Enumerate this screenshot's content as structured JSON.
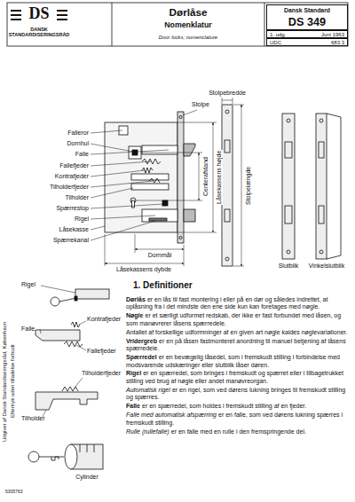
{
  "diagram": {
    "title": "Dørlåse",
    "nodes": [
      {
        "text": [
          "Dørlåse",
          "Nomenklatur",
          "Door locks; nomenclature"
        ]
      },
      {
        "text": [
          "Dansk Standard",
          "DS 349"
        ]
      },
      {
        "text": [
          "1. udg.",
          "Juni 1963"
        ]
      },
      {
        "text": [
          "UDC",
          "683.3"
        ]
      }
    ],
    "labels": [
      "DS",
      "DANSK STANDARDISERINGSRÅD",
      "Stolpe",
      "Falleror",
      "Dornhul",
      "Falle",
      "Fallefjeder",
      "Kontrafjeder",
      "Tilholderfjeder",
      "Tilholder",
      "Spærrestop",
      "Rigel",
      "Låsekasse",
      "Spærrekanal",
      "Centerafstand",
      "Låsekassens højde",
      "Dornmål",
      "Låsekassens dybde",
      "Stolpebredde",
      "Stolpelængde",
      "Slutblik",
      "Vinkelslutblik",
      "Rigel",
      "Falle",
      "Kontrafjeder",
      "Fallefjeder",
      "Tilholderfjeder",
      "Tilholder",
      "Cylinder",
      "Udgivet af Dansk Standardiseringsråd, København",
      "Eftertryk uden tilladelse forbudt",
      "5305763",
      "1. Definitioner",
      "Dørlås",
      "er en lås til fast montering i eller på en dør og således indrettet, at oplåsning fra i det mindste den ene side kun kan foretages med nøgle.",
      "Nøgle",
      "er et særligt udformet redskab, der ikke er fast forbundet med låsen, og som manøvrerer låsens spærredele.",
      "Antallet af forskellige udformninger af en given art nøgle kaldes nøglevariationer.",
      "Vridergreb",
      "er en på låsen fastmonteret anordning til manuel betjening af låsens spærredele.",
      "Spærredel",
      "er en bevægelig låsedel, som i fremskudt stilling i forbindelse med modsvarende udskæringer eller slutblik låser døren.",
      "Rigel",
      "er en spærredel, som bringes i fremskudt og spærret eller i tilbagetrukket stilling ved brug af nøgle eller andet manøvreorgan.",
      "Automatisk rigel",
      "er en rigel, som ved dørens lukning bringes til fremskudt stilling og spærres.",
      "Falle",
      "er en spærredel, som holdes i fremskudt stilling af en fjeder.",
      "Falle med automatisk afspærring",
      "er en falle, som ved dørens lukning spærres i fremskudt stilling.",
      "Rulle (rullefalle)",
      "er en falle med en rulle i den fremspringende del."
    ]
  }
}
